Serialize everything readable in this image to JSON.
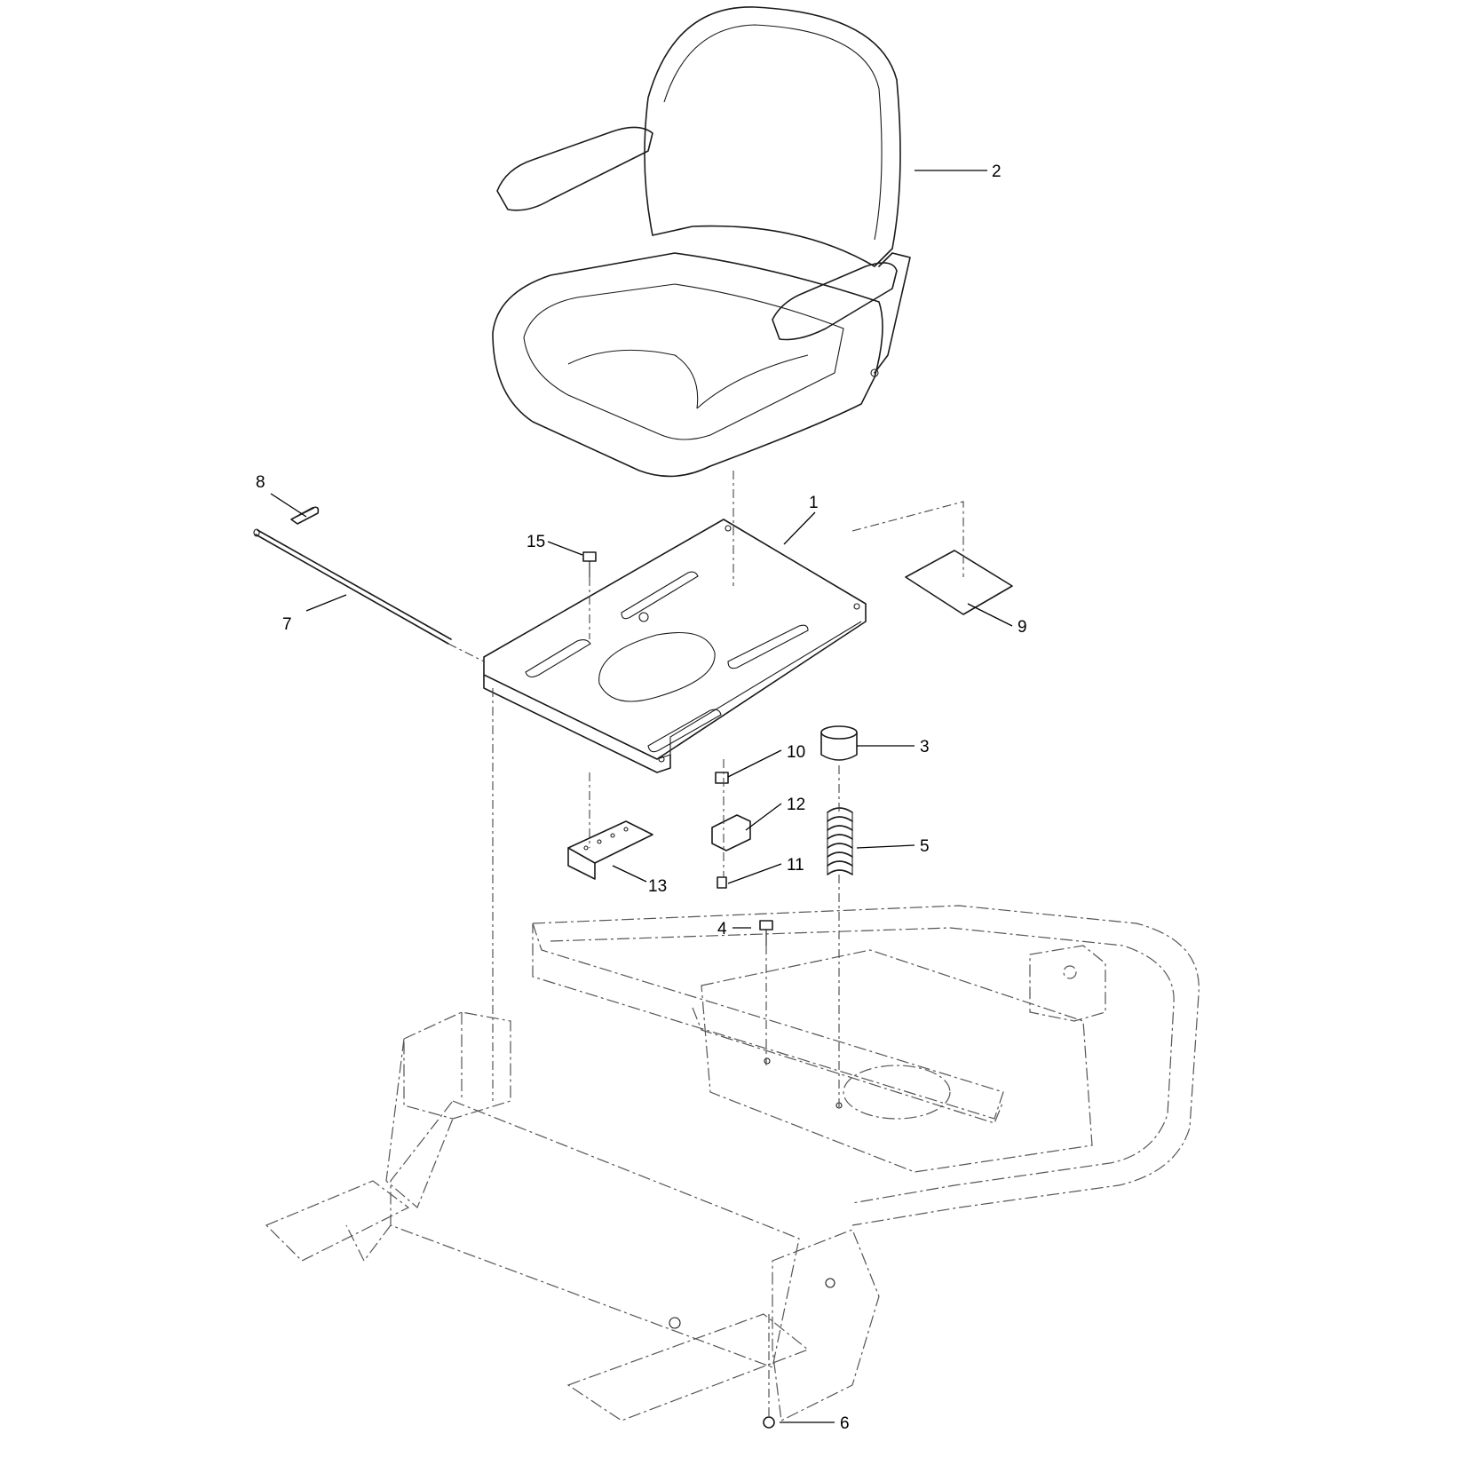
{
  "diagram": {
    "callouts": [
      {
        "id": "1",
        "label": "1"
      },
      {
        "id": "2",
        "label": "2"
      },
      {
        "id": "3",
        "label": "3"
      },
      {
        "id": "4",
        "label": "4"
      },
      {
        "id": "5",
        "label": "5"
      },
      {
        "id": "6",
        "label": "6"
      },
      {
        "id": "7",
        "label": "7"
      },
      {
        "id": "8",
        "label": "8"
      },
      {
        "id": "9",
        "label": "9"
      },
      {
        "id": "10",
        "label": "10"
      },
      {
        "id": "11",
        "label": "11"
      },
      {
        "id": "12",
        "label": "12"
      },
      {
        "id": "13",
        "label": "13"
      },
      {
        "id": "15",
        "label": "15"
      }
    ]
  }
}
